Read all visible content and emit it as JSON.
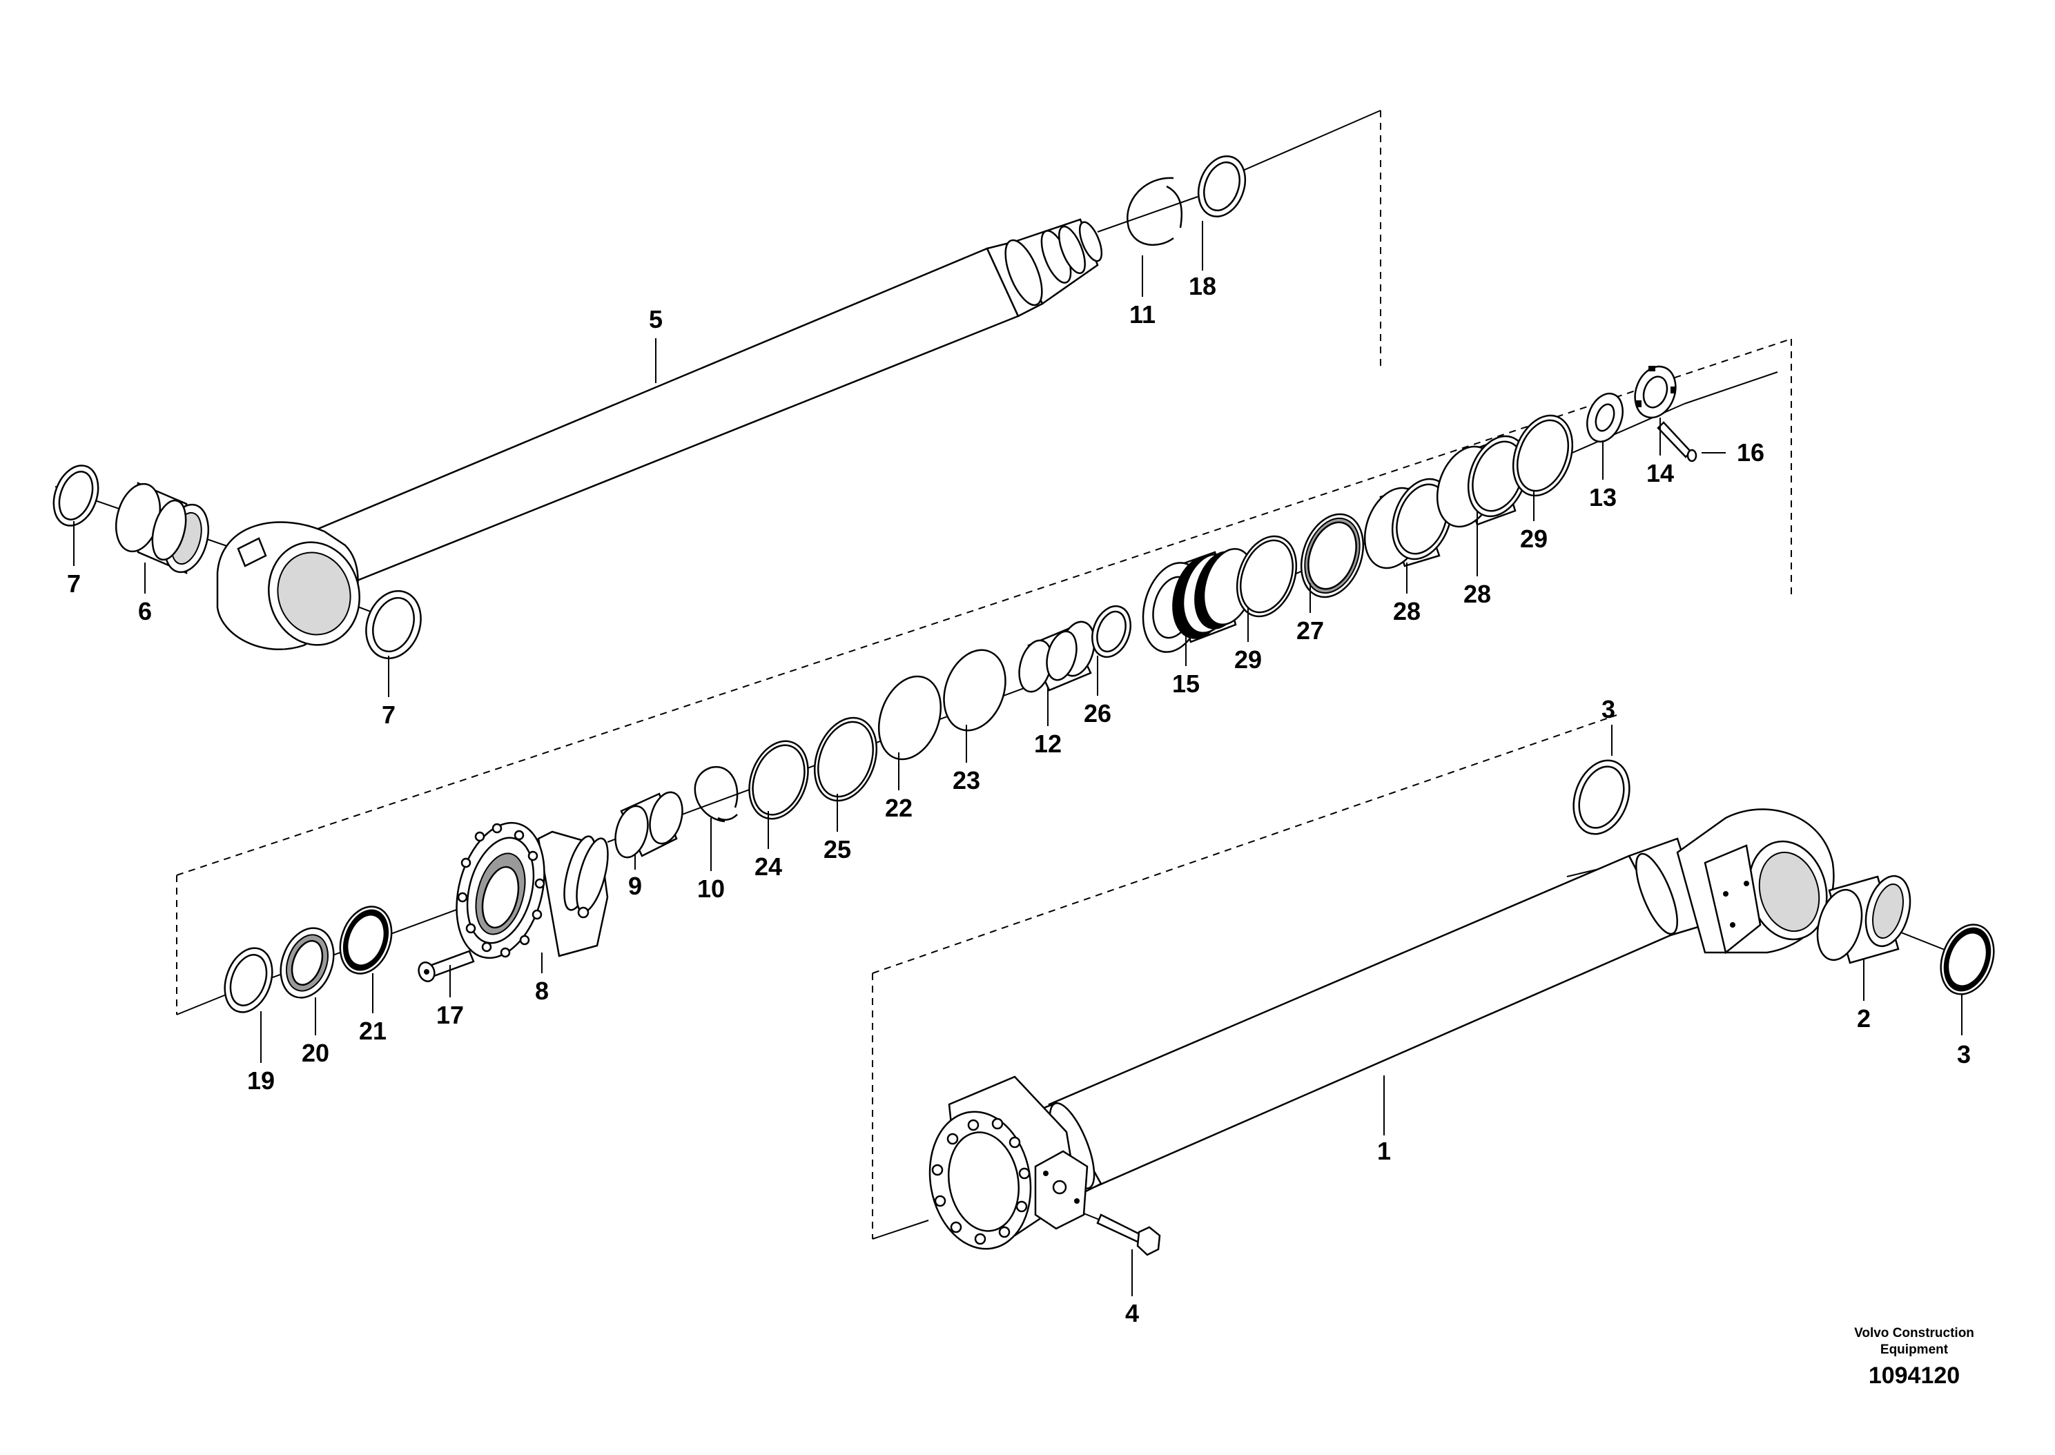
{
  "diagram": {
    "callouts": [
      "1",
      "2",
      "3",
      "3",
      "4",
      "5",
      "6",
      "7",
      "7",
      "8",
      "9",
      "10",
      "11",
      "12",
      "13",
      "14",
      "15",
      "16",
      "17",
      "18",
      "19",
      "20",
      "21",
      "22",
      "23",
      "24",
      "25",
      "26",
      "27",
      "28",
      "28",
      "29",
      "29"
    ]
  },
  "credit": {
    "maker": "Volvo Construction Equipment",
    "doc_number": "1094120"
  }
}
